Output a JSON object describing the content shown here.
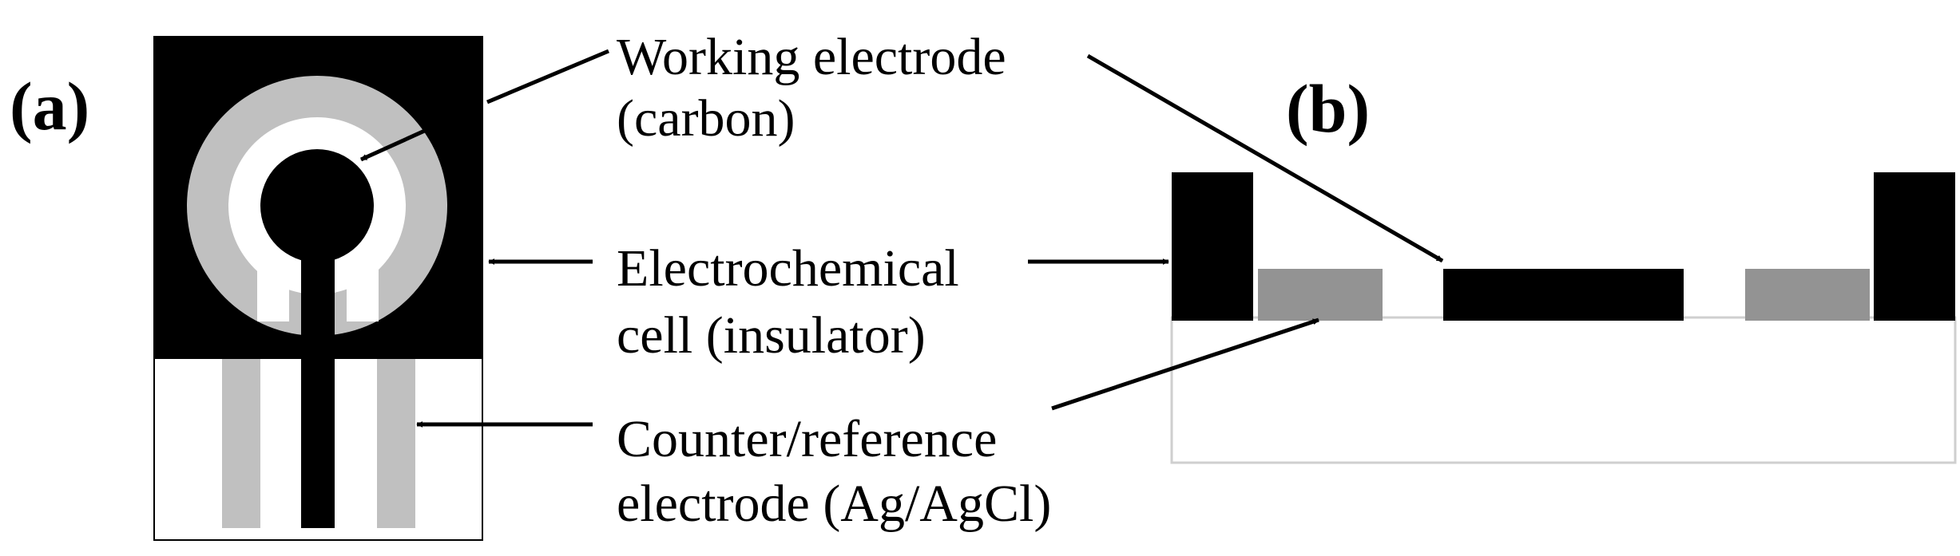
{
  "panels": {
    "a": "(a)",
    "b": "(b)"
  },
  "labels": {
    "working_line1": "Working electrode",
    "working_line2": "(carbon)",
    "cell_line1": "Electrochemical",
    "cell_line2": "cell (insulator)",
    "counter_line1": "Counter/reference",
    "counter_line2": "electrode (Ag/AgCl)"
  },
  "colors": {
    "carbon": "#000000",
    "agagcl": "#c0c0c0",
    "agagcl_section": "#939393",
    "substrate": "#ffffff",
    "substrate_border": "#cfcfcf",
    "background": "#ffffff"
  }
}
